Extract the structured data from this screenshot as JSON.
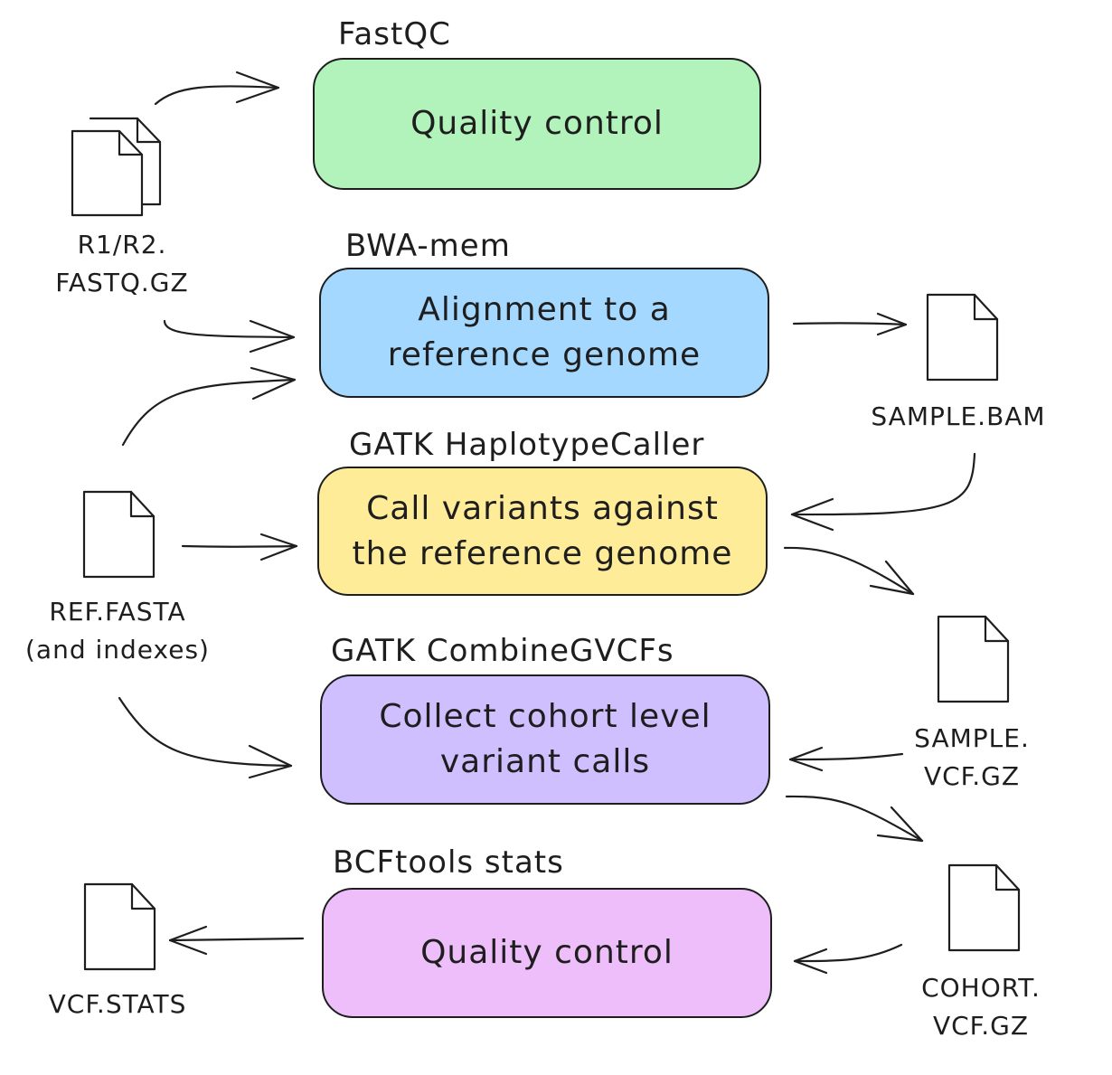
{
  "steps": [
    {
      "tool": "FastQC",
      "text": "Quality control",
      "color": "#b2f2bb"
    },
    {
      "tool": "BWA-mem",
      "text": "Alignment to a\nreference genome",
      "color": "#a5d8ff"
    },
    {
      "tool": "GATK HaplotypeCaller",
      "text": "Call variants against\nthe reference genome",
      "color": "#ffec99"
    },
    {
      "tool": "GATK CombineGVCFs",
      "text": "Collect cohort level\nvariant calls",
      "color": "#d0bfff"
    },
    {
      "tool": "BCFtools stats",
      "text": "Quality control",
      "color": "#eebefa"
    }
  ],
  "files": {
    "fastq": "R1/R2.\nFASTQ.GZ",
    "ref": "REF.FASTA\n(and indexes)",
    "bam": "SAMPLE.BAM",
    "sample_vcf": "SAMPLE.\nVCF.GZ",
    "cohort_vcf": "COHORT.\nVCF.GZ",
    "stats": "VCF.STATS"
  },
  "icons": {
    "file": "document-icon",
    "files": "documents-icon"
  }
}
